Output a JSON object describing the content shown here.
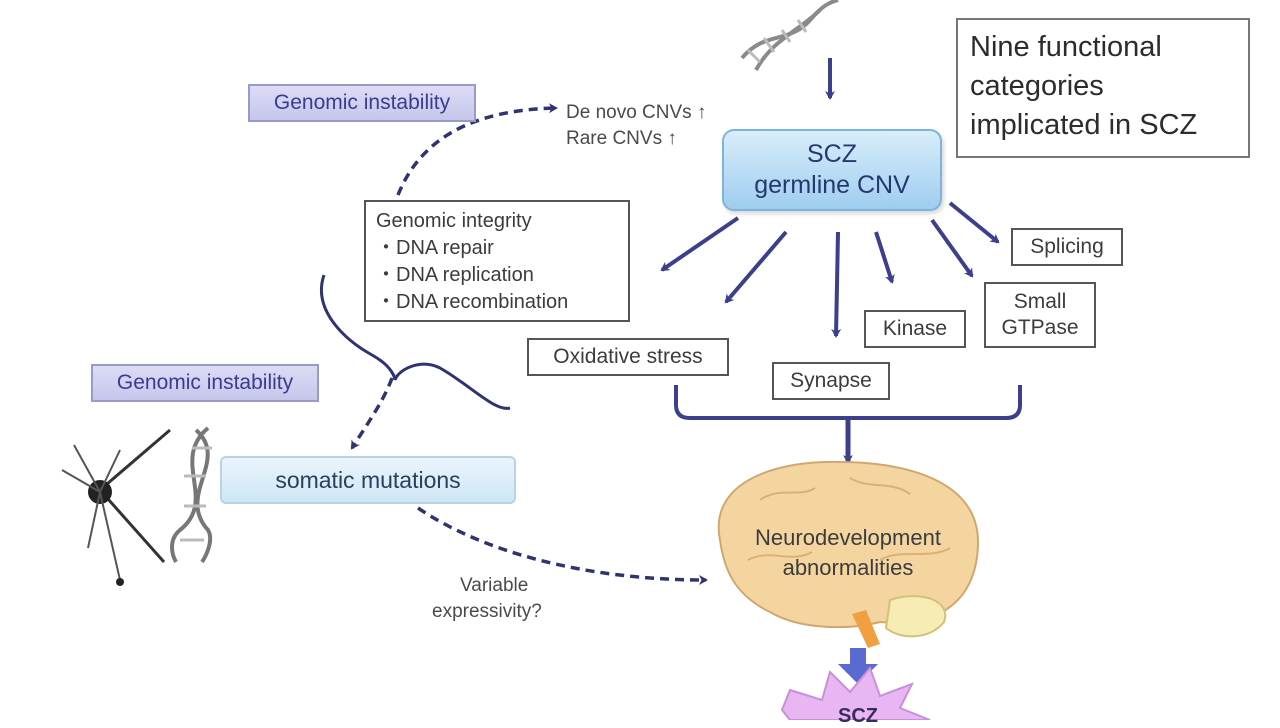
{
  "title_box": {
    "lines": [
      "Nine functional",
      "categories",
      "implicated in SCZ"
    ]
  },
  "top_note": {
    "line1": "De novo CNVs ↑",
    "line2": "Rare CNVs ↑"
  },
  "scz_box": {
    "line1": "SCZ",
    "line2": "germline CNV"
  },
  "genomic_instability_top": "Genomic instability",
  "genomic_instability_left": "Genomic instability",
  "integrity": {
    "heading": "Genomic integrity",
    "items": [
      "・DNA repair",
      "・DNA replication",
      "・DNA recombination"
    ]
  },
  "categories": {
    "oxidative_stress": "Oxidative stress",
    "synapse": "Synapse",
    "kinase": "Kinase",
    "small_gtpase_1": "Small",
    "small_gtpase_2": "GTPase",
    "splicing": "Splicing"
  },
  "somatic": "somatic mutations",
  "variable": {
    "line1": "Variable",
    "line2": "expressivity?"
  },
  "brain": {
    "line1": "Neurodevelopment",
    "line2": "abnormalities"
  },
  "outcome": "SCZ",
  "colors": {
    "arrow": "#3b3f8c",
    "purple_box": "#cfcff1",
    "blue_box": "#a9d3f1",
    "brain": "#f4d5a0",
    "star": "#e8b7f3"
  }
}
